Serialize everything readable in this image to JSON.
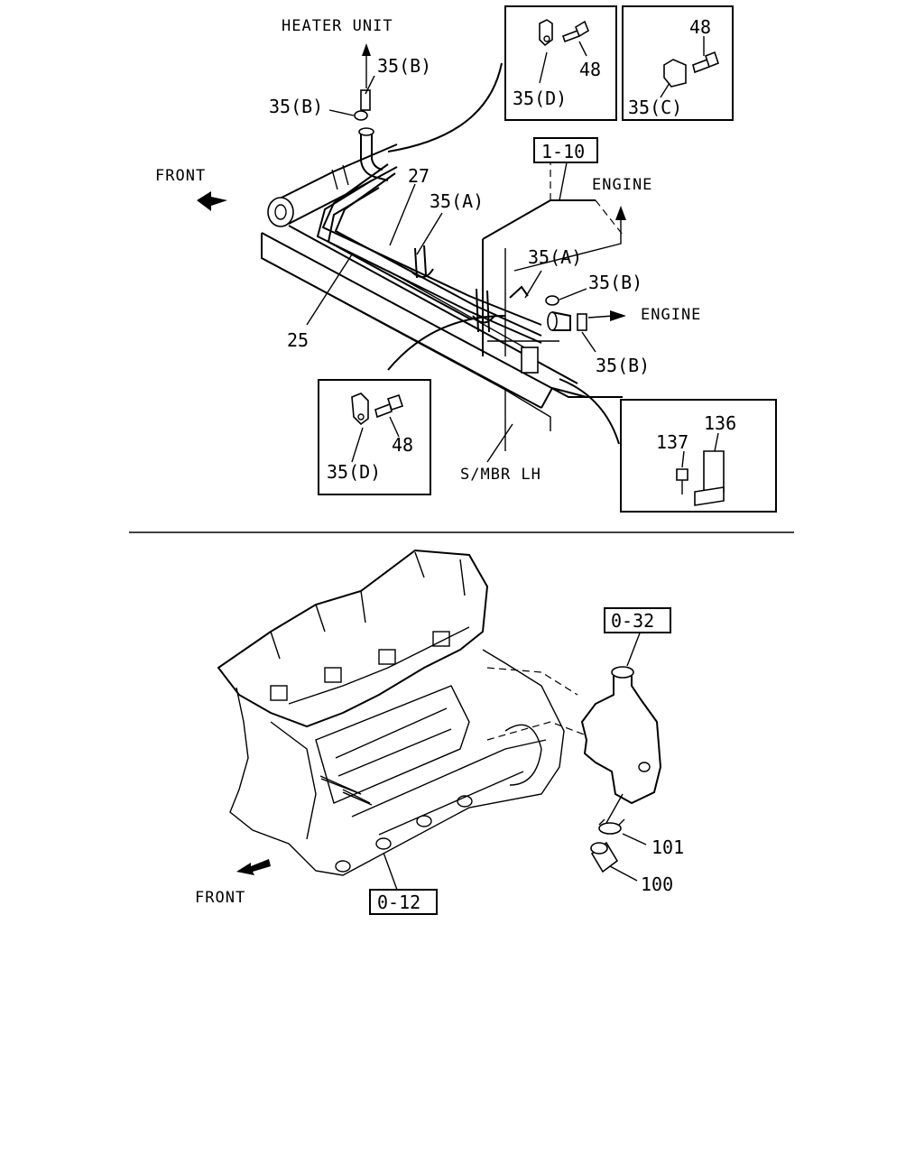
{
  "upper_diagram": {
    "labels": {
      "heater_unit": "HEATER UNIT",
      "front": "FRONT",
      "engine_top": "ENGINE",
      "engine_right": "ENGINE",
      "s_mbr_lh": "S/MBR LH",
      "ref_1_10": "1-10",
      "p35b_top": "35(B)",
      "p35b_left": "35(B)",
      "p27": "27",
      "p35a_upper": "35(A)",
      "p35a_lower": "35(A)",
      "p35b_right_upper": "35(B)",
      "p35b_right_lower": "35(B)",
      "p25": "25"
    },
    "detail_box_d_top": {
      "clamp": "35(D)",
      "bolt": "48"
    },
    "detail_box_c": {
      "clamp": "35(C)",
      "bolt": "48"
    },
    "detail_box_d_bottom": {
      "clamp": "35(D)",
      "bolt": "48"
    },
    "detail_box_bracket": {
      "bolt": "137",
      "bracket": "136"
    }
  },
  "lower_diagram": {
    "labels": {
      "ref_0_32": "0-32",
      "ref_0_12": "0-12",
      "p101": "101",
      "p100": "100",
      "front": "FRONT"
    }
  }
}
